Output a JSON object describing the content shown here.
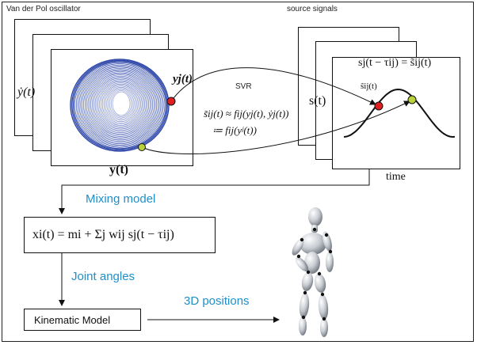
{
  "labels": {
    "vdp_title": "Van der Pol oscillator",
    "source_title": "source signals",
    "ydot_label": "ẏ(t)",
    "yj_label": "yj(t)",
    "y_bold_label": "y(t)",
    "svr": "SVR",
    "svr_eq1": "s̃ij(t) ≈ fij(yj(t), ẏj(t))",
    "svr_eq2": "≔ fij(yʲ(t))",
    "s_label": "s(t)",
    "delay_eq": "sj(t − τij) = s̃ij(t)",
    "sij_label": "s̃ij(t)",
    "time": "time",
    "mixing_model": "Mixing model",
    "mixing_eq": "xi(t) = mi + Σj wij sj(t − τij)",
    "joint_angles": "Joint angles",
    "kinematic_model": "Kinematic Model",
    "positions_3d": "3D positions"
  },
  "colors": {
    "accent_text": "#1f8fc9",
    "limit_cycle": "#2b44a8",
    "red_dot": "#e02020",
    "green_dot": "#b8d23c"
  },
  "icons": {
    "figure": "robot-figure-icon"
  }
}
